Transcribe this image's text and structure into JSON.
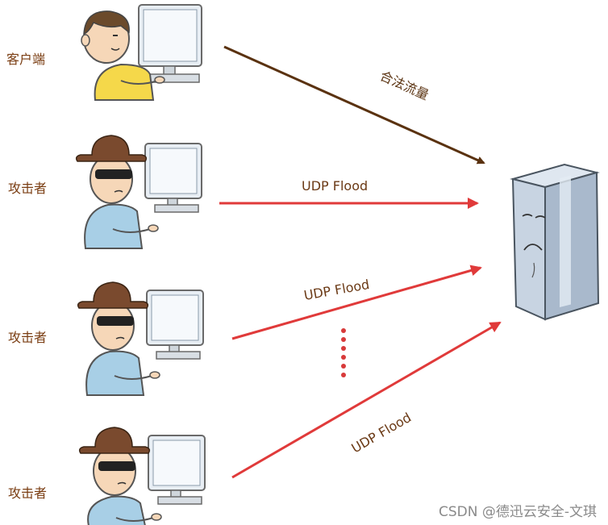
{
  "labels": {
    "client": "客户端",
    "attacker1": "攻击者",
    "attacker2": "攻击者",
    "attacker3": "攻击者"
  },
  "flows": {
    "legit": "合法流量",
    "udp1": "UDP Flood",
    "udp2": "UDP Flood",
    "udp3": "UDP Flood"
  },
  "watermark": "CSDN @德迅云安全-文琪",
  "colors": {
    "legit_arrow": "#5a3210",
    "attack_arrow": "#e03a3a",
    "label": "#7a3d12",
    "skin": "#f6d7b8",
    "hair": "#6b4a2b",
    "client_shirt": "#f5d84a",
    "attacker_shirt": "#a8cfe6",
    "hat": "#7a4a2e",
    "server": "#b8c6d8"
  },
  "icons": {
    "client": "client-user-at-computer-icon",
    "attacker": "hooded-attacker-at-computer-icon",
    "server": "sad-server-icon",
    "ellipsis": "vertical-dots-icon"
  }
}
